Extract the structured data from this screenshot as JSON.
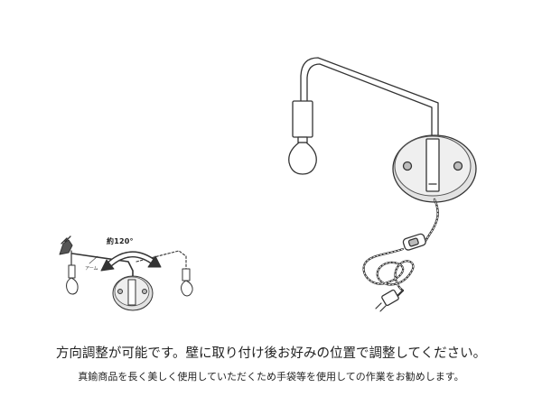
{
  "labels": {
    "rotation": "約120°",
    "arm": "アーム"
  },
  "captions": {
    "main": "方向調整が可能です。壁に取り付け後お好みの位置で調整してください。",
    "note": "真鍮商品を長く美しく使用していただくため手袋等を使用しての作業をお勧めします。"
  }
}
